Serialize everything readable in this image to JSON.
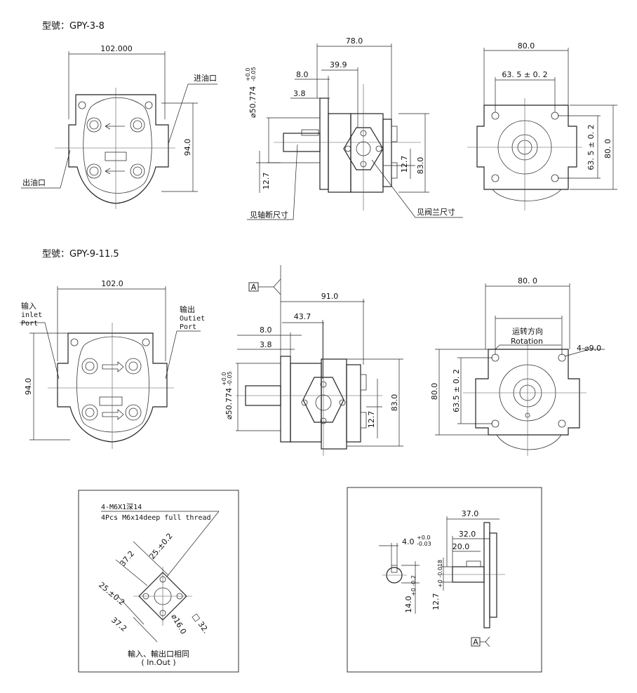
{
  "model_1": {
    "title": "型號：GPY-3-8",
    "front": {
      "width": "102.000",
      "height": "94.0",
      "inlet": "进油口",
      "outlet": "出油口"
    },
    "side": {
      "length": "78.0",
      "d1": "39.9",
      "d2": "8.0",
      "d3": "3.8",
      "shaft_dia": "⌀50.774",
      "tol_up": "+0.0",
      "tol_down": "-0.05",
      "h1": "12.7",
      "h2": "12.7",
      "h3": "83.0",
      "note_shaft": "见轴断尺寸",
      "note_flange": "见阀兰尺寸"
    },
    "rear": {
      "width": "80.0",
      "hole_span_h": "63. 5 ± 0. 2",
      "hole_span_v": "63. 5 ± 0. 2",
      "height": "80. 0"
    }
  },
  "model_2": {
    "title": "型號：GPY-9-11.5",
    "front": {
      "width": "102.0",
      "height": "94.0",
      "inlet_cn": "输入",
      "inlet_en": "inlet",
      "inlet_port": "Port",
      "outlet_cn": "输出",
      "outlet_en": "Outiet",
      "outlet_port": "Port"
    },
    "side": {
      "datum": "A",
      "length": "91.0",
      "d1": "43.7",
      "d2": "8.0",
      "d3": "3.8",
      "shaft_dia": "⌀50.774",
      "tol_up": "+0.0",
      "tol_down": "-0.05",
      "h1": "12.7",
      "h2": "83.0"
    },
    "rear": {
      "width": "80. 0",
      "rotation_cn": "运转方向",
      "rotation_en": "Rotation",
      "holes": "4-⌀9.0",
      "height": "80.0",
      "hole_span": "63.5 ± 0. 2"
    }
  },
  "detail_flange": {
    "thread_cn": "4-M6X1深14",
    "thread_en": "4Pcs M6x14deep full thread",
    "dim_a": "37.2",
    "dim_b": "25.±0.2",
    "dim_c": "25.±0.2",
    "dim_d": "37.2",
    "bore": "⌀16.0",
    "square": "□ 32.",
    "caption_cn": "輸入、輸出口相同",
    "caption_en": "( In.Out )"
  },
  "detail_shaft": {
    "len1": "37.0",
    "len2": "32.0",
    "len3": "20.0",
    "key": "4.0",
    "key_tol_up": "+0.0",
    "key_tol_down": "-0.03",
    "key_h": "14.0",
    "key_h_tol": "+0 -0.2",
    "dia": "12.7",
    "dia_tol": "+0 -0.018",
    "datum": "A"
  }
}
